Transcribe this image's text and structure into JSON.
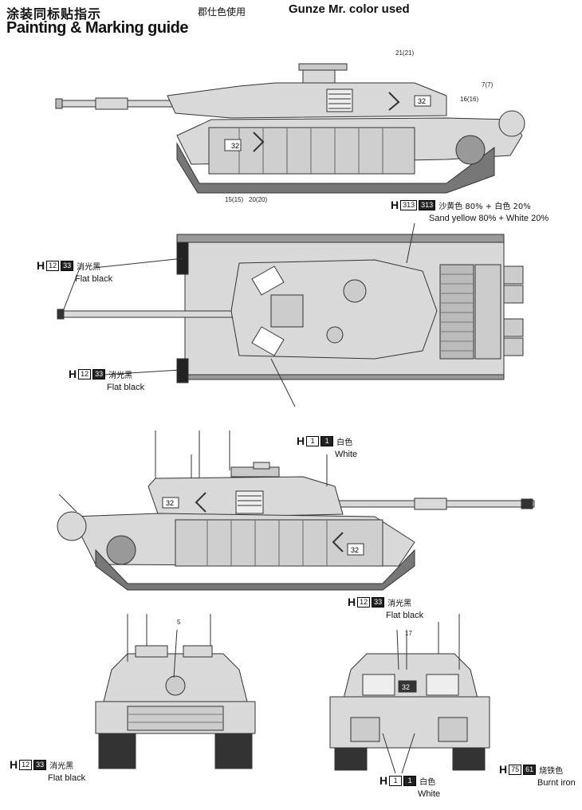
{
  "header": {
    "title_cn": "涂装同标贴指示",
    "title_en": "Painting & Marking guide",
    "gunze_cn": "郡仕色使用",
    "gunze_en": "Gunze Mr. color used"
  },
  "part_numbers": {
    "side_top_a": "21(21)",
    "side_top_b": "7(7)",
    "side_top_c": "16(16)",
    "side_bottom_a": "15(15)",
    "side_bottom_b": "20(20)",
    "front_num": "5",
    "rear_num": "17"
  },
  "callouts": {
    "sand": {
      "h": "H",
      "code_a": "313",
      "code_b": "313",
      "cn": "沙黄色 80% + 白色 20%",
      "en": "Sand yellow 80% + White 20%"
    },
    "flat_black_1": {
      "h": "H",
      "code_a": "12",
      "code_b": "33",
      "cn": "消光黑",
      "en": "Flat black"
    },
    "flat_black_2": {
      "h": "H",
      "code_a": "12",
      "code_b": "33",
      "cn": "消光黑",
      "en": "Flat black"
    },
    "white_1": {
      "h": "H",
      "code_a": "1",
      "code_b": "1",
      "cn": "白色",
      "en": "White"
    },
    "flat_black_3": {
      "h": "H",
      "code_a": "12",
      "code_b": "33",
      "cn": "消光黑",
      "en": "Flat black"
    },
    "flat_black_4": {
      "h": "H",
      "code_a": "12",
      "code_b": "33",
      "cn": "消光黑",
      "en": "Flat black"
    },
    "burnt_iron": {
      "h": "H",
      "code_a": "75",
      "code_b": "61",
      "cn": "烧铁色",
      "en": "Burnt iron"
    },
    "white_2": {
      "h": "H",
      "code_a": "1",
      "code_b": "1",
      "cn": "白色",
      "en": "White"
    }
  },
  "markings": {
    "vehicle_number": "32"
  },
  "colors": {
    "hull": "#d9d9d9",
    "panel": "#c9c9c9",
    "line": "#333333",
    "track": "#555555"
  }
}
